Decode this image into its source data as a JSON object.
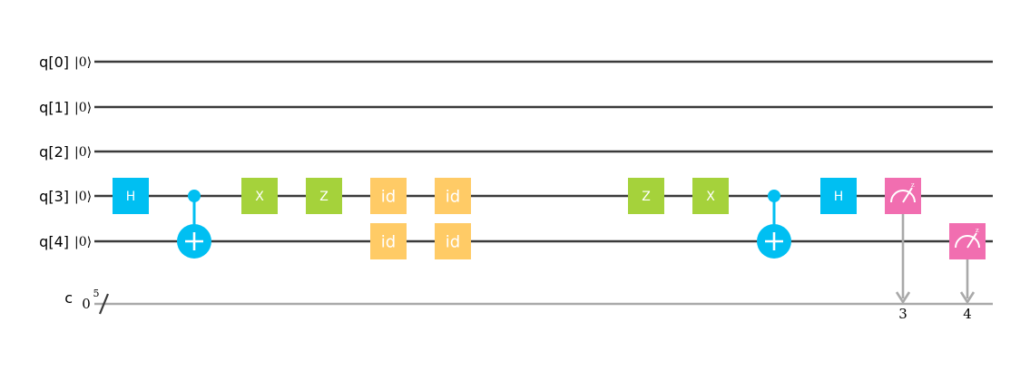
{
  "circuit": {
    "qubits": [
      {
        "label": "q[0]",
        "init": "|0⟩"
      },
      {
        "label": "q[1]",
        "init": "|0⟩"
      },
      {
        "label": "q[2]",
        "init": "|0⟩"
      },
      {
        "label": "q[3]",
        "init": "|0⟩"
      },
      {
        "label": "q[4]",
        "init": "|0⟩"
      }
    ],
    "classical": {
      "label": "c",
      "init": "0",
      "width": "5"
    },
    "colors": {
      "wire": "#3a3a3a",
      "classical_wire": "#a9a9a9",
      "H": "#00bff2",
      "CX": "#00bff2",
      "X": "#a5d23b",
      "Z": "#a5d23b",
      "id": "#ffcb66",
      "measure": "#f16eb0"
    },
    "gates": [
      {
        "type": "H",
        "label": "H",
        "qubit": 3
      },
      {
        "type": "CX",
        "control": 3,
        "target": 4
      },
      {
        "type": "X",
        "label": "X",
        "qubit": 3
      },
      {
        "type": "Z",
        "label": "Z",
        "qubit": 3
      },
      {
        "type": "id",
        "label": "id",
        "qubit": 3
      },
      {
        "type": "id",
        "label": "id",
        "qubit": 4
      },
      {
        "type": "id",
        "label": "id",
        "qubit": 3
      },
      {
        "type": "id",
        "label": "id",
        "qubit": 4
      },
      {
        "type": "Z",
        "label": "Z",
        "qubit": 3
      },
      {
        "type": "X",
        "label": "X",
        "qubit": 3
      },
      {
        "type": "CX",
        "control": 3,
        "target": 4
      },
      {
        "type": "H",
        "label": "H",
        "qubit": 3
      },
      {
        "type": "measure",
        "qubit": 3,
        "cbit": "3"
      },
      {
        "type": "measure",
        "qubit": 4,
        "cbit": "4"
      }
    ]
  }
}
